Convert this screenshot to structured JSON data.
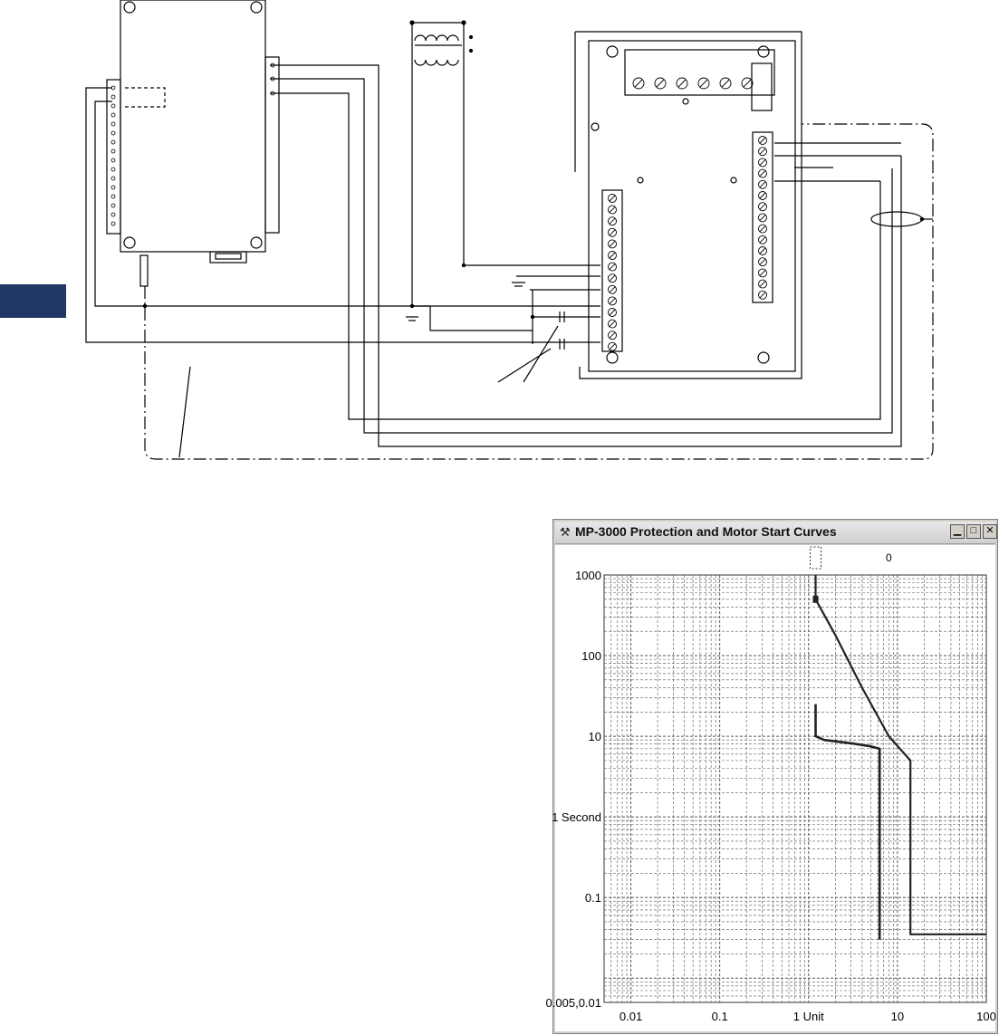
{
  "side_tab": {
    "color": "#1f3864"
  },
  "window": {
    "title": "MP-3000 Protection and Motor Start Curves",
    "icon": "wrench-icon",
    "buttons": {
      "minimize": "minimize-icon",
      "maximize": "maximize-icon",
      "close": "close-icon"
    }
  },
  "chart_data": {
    "type": "line",
    "title": "",
    "xscale": "log",
    "yscale": "log",
    "xlim": [
      0.005,
      100
    ],
    "ylim": [
      0.005,
      1000
    ],
    "grid": true,
    "x_ticks": [
      {
        "value": 0.01,
        "label": "0.01"
      },
      {
        "value": 0.1,
        "label": "0.1"
      },
      {
        "value": 1,
        "label": "1 Unit"
      },
      {
        "value": 10,
        "label": "10"
      },
      {
        "value": 100,
        "label": "100"
      }
    ],
    "y_ticks": [
      {
        "value": 1000,
        "label": "1000"
      },
      {
        "value": 100,
        "label": "100"
      },
      {
        "value": 10,
        "label": "10"
      },
      {
        "value": 1,
        "label": "1 Second"
      },
      {
        "value": 0.1,
        "label": "0.1"
      },
      {
        "value": 0.005,
        "label": "0.005,0.01"
      }
    ],
    "markers": [
      {
        "x": 1.2,
        "label": "",
        "style": "dashed-box"
      },
      {
        "x": 8.0,
        "label": "0"
      }
    ],
    "series": [
      {
        "style": "protection-curve",
        "points": [
          [
            1.2,
            1000
          ],
          [
            1.2,
            500
          ],
          [
            2,
            180
          ],
          [
            4,
            40
          ],
          [
            8,
            10
          ],
          [
            14,
            5
          ],
          [
            14,
            0.035
          ],
          [
            100,
            0.035
          ]
        ]
      },
      {
        "style": "motor-start-curve",
        "points": [
          [
            1.2,
            25
          ],
          [
            1.2,
            10
          ],
          [
            1.5,
            9
          ],
          [
            3,
            8.2
          ],
          [
            5,
            7.5
          ],
          [
            6.3,
            7
          ],
          [
            6.3,
            0.03
          ]
        ]
      }
    ]
  }
}
